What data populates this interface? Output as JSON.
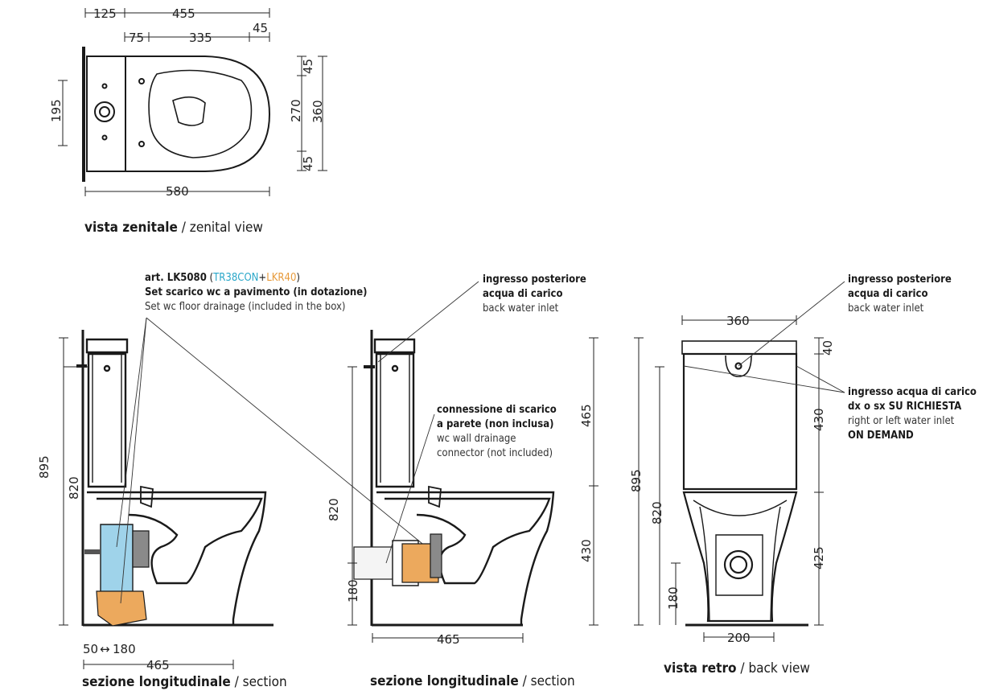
{
  "top_view": {
    "dims": {
      "d125": "125",
      "d455": "455",
      "d75": "75",
      "d335": "335",
      "d45a": "45",
      "d45b": "45",
      "d45c": "45",
      "d195": "195",
      "d270": "270",
      "d360": "360",
      "d580": "580"
    },
    "caption_it": "vista zenitale",
    "caption_sep": " / ",
    "caption_en": "zenital view"
  },
  "section1": {
    "dims": {
      "d895": "895",
      "d820": "820",
      "d50": "50",
      "d180": "180",
      "d465": "465"
    },
    "caption_it": "sezione longitudinale",
    "caption_sep": " / ",
    "caption_en": "section",
    "note": {
      "art": "art. LK5080",
      "code_open": " (",
      "code1": "TR38CON",
      "plus": "+",
      "code2": "LKR40",
      "code_close": ")",
      "line_it": "Set scarico wc a pavimento (in dotazione)",
      "line_en": "Set wc floor drainage (included in the box)"
    }
  },
  "section2": {
    "dims": {
      "d820": "820",
      "d180": "180",
      "d465v": "465",
      "d430": "430",
      "d465h": "465"
    },
    "caption_it": "sezione longitudinale",
    "caption_sep": " / ",
    "caption_en": "section",
    "note_inlet": {
      "it1": "ingresso posteriore",
      "it2": "acqua di carico",
      "en": "back water inlet"
    },
    "note_conn": {
      "it1": "connessione di scarico",
      "it2": "a parete (non inclusa)",
      "en1": "wc wall drainage",
      "en2": "connector (not included)"
    }
  },
  "back_view": {
    "dims": {
      "d360": "360",
      "d40": "40",
      "d430": "430",
      "d425": "425",
      "d895": "895",
      "d820": "820",
      "d180": "180",
      "d200": "200"
    },
    "caption_it": "vista retro",
    "caption_sep": " / ",
    "caption_en": "back view",
    "note_inlet": {
      "it1": "ingresso posteriore",
      "it2": "acqua di carico",
      "en": "back water inlet"
    },
    "note_side": {
      "it1": "ingresso acqua di carico",
      "it2a": "dx o sx ",
      "it2b": "SU RICHIESTA",
      "en1": "right or left water inlet",
      "en2": "ON DEMAND"
    }
  },
  "colors": {
    "line": "#1a1a1a",
    "pipe_blue": "#9fd3ea",
    "pipe_orange": "#eca95d",
    "pipe_grey": "#8a8a8a"
  }
}
